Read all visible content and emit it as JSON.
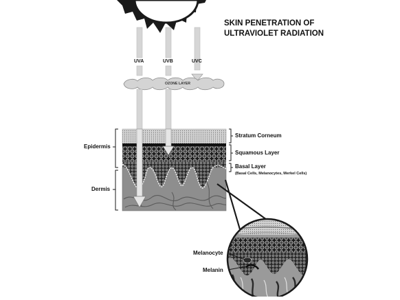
{
  "title": {
    "line1": "SKIN PENETRATION OF",
    "line2": "ULTRAVIOLET RADIATION"
  },
  "rays": {
    "uva": "UVA",
    "uvb": "UVB",
    "uvc": "UVC"
  },
  "ozone": "OZONE LAYER",
  "labels": {
    "stratum_corneum": "Stratum Corneum",
    "squamous_layer": "Squamous Layer",
    "basal_layer": "Basal Layer",
    "basal_cells": "(Basal Cells, Melanocytes, Merkel Cells)",
    "epidermis": "Epidermis",
    "dermis": "Dermis",
    "melanocyte": "Melanocyte",
    "melanin": "Melanin"
  },
  "colors": {
    "dark": "#1a1a1a",
    "dermis": "#8e8e8e",
    "stratum": "#c9c9c9",
    "ray": "#d6d6d6"
  }
}
